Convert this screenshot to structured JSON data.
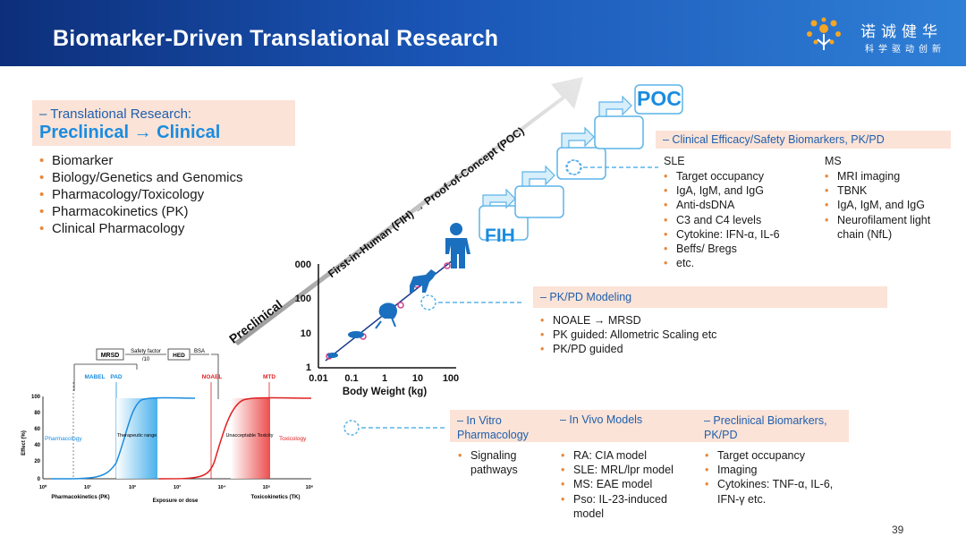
{
  "header": {
    "title": "Biomarker-Driven Translational Research",
    "logo_name": "诺诚健华",
    "logo_tagline": "科学驱动创新"
  },
  "translational": {
    "subtitle": "– Translational Research:",
    "main": "Preclinical → Clinical",
    "items": [
      "Biomarker",
      "Biology/Genetics and Genomics",
      "Pharmacology/Toxicology",
      "Pharmacokinetics (PK)",
      "Clinical Pharmacology"
    ]
  },
  "arrow": {
    "preclinical": "Preclinical",
    "fih_poc": "First-in-Human (FIH) → Proof-of-Concept (POC)"
  },
  "steps": {
    "fih": "FIH",
    "poc": "POC"
  },
  "clinical": {
    "header": "– Clinical Efficacy/Safety Biomarkers, PK/PD",
    "sle_title": "SLE",
    "sle_items": [
      "Target occupancy",
      "IgA, IgM, and IgG",
      "Anti-dsDNA",
      "C3 and C4 levels",
      "Cytokine: IFN-α, IL-6",
      "Beffs/ Bregs",
      "etc."
    ],
    "ms_title": "MS",
    "ms_items": [
      "MRI imaging",
      "TBNK",
      "IgA, IgM, and IgG",
      "Neurofilament light chain (NfL)"
    ]
  },
  "pkpd": {
    "header": "– PK/PD Modeling",
    "items": [
      "NOALE → MRSD",
      "PK guided: Allometric Scaling etc",
      "PK/PD guided"
    ]
  },
  "preclinical_bm": {
    "in_vitro_header": "– In Vitro Pharmacology",
    "in_vitro_items": [
      "Signaling pathways"
    ],
    "in_vivo_header": "– In Vivo Models",
    "in_vivo_items": [
      "RA: CIA model",
      "SLE: MRL/lpr model",
      "MS: EAE model",
      "Pso: IL-23-induced model"
    ],
    "biomarker_header": "– Preclinical Biomarkers, PK/PD",
    "biomarker_items": [
      "Target occupancy",
      "Imaging",
      "Cytokines: TNF-α, IL-6, IFN-γ etc."
    ]
  },
  "scaling_chart": {
    "xlabel": "Body Weight (kg)",
    "x_ticks": [
      "0.01",
      "0.1",
      "1",
      "10",
      "100"
    ],
    "y_ticks": [
      "1",
      "10",
      "100",
      "1000"
    ]
  },
  "dose_chart": {
    "y_label": "Effect (%)",
    "y_ticks": [
      "100",
      "80",
      "60",
      "40",
      "20",
      "0"
    ],
    "x_ticks": [
      "10⁰",
      "10¹",
      "10²",
      "10³",
      "10⁴",
      "10⁵",
      "10⁶"
    ],
    "x_left_label": "Pharmacokinetics (PK)",
    "x_center_label": "Exposure or dose",
    "x_right_label": "Toxicokinetics (TK)",
    "mrsd": "MRSD",
    "safety_factor": "Safety factor",
    "safety_div": "/10",
    "hed": "HED",
    "bsa": "BSA",
    "mabel": "MABEL",
    "pad": "PAD",
    "noael": "NOAEL",
    "mtd": "MTD",
    "pharmacology": "Pharmacology",
    "therapeutic_range": "Therapeutic range",
    "unacceptable_toxicity": "Unacceptable Toxicity",
    "toxicology": "Toxicology"
  },
  "colors": {
    "accent_blue": "#1a8ce0",
    "bullet_orange": "#e8873a",
    "section_bg": "#fbe3d7",
    "header_dark": "#0d2f7a"
  },
  "page_number": "39"
}
